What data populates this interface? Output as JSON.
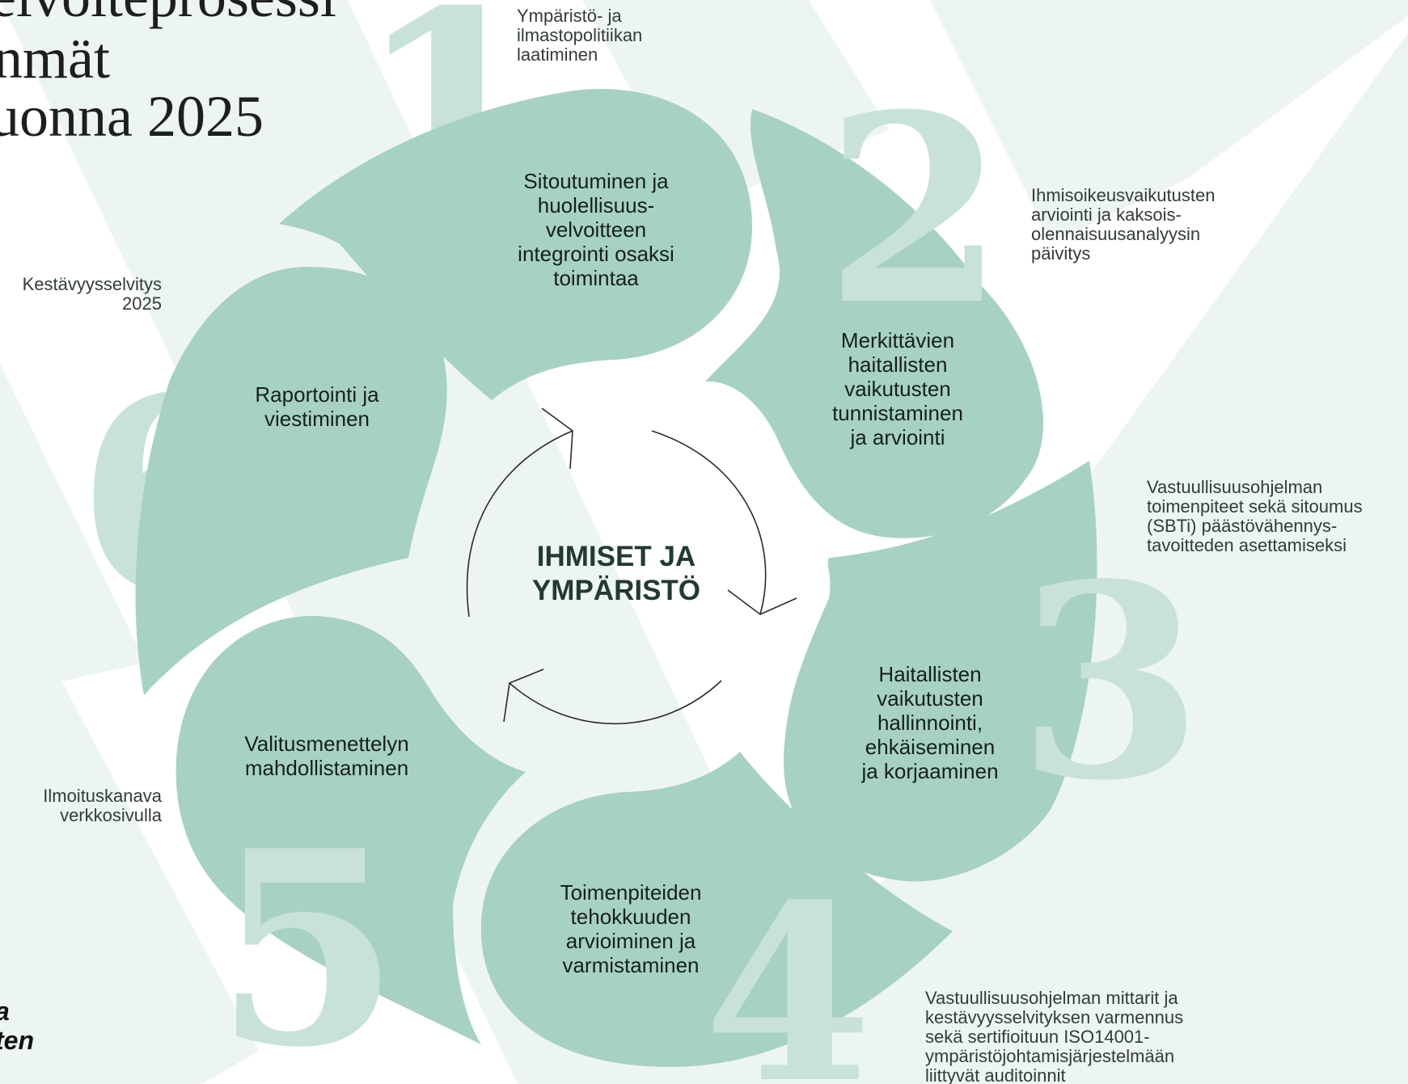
{
  "title_lines": [
    "elvoiteprosessi",
    "nmät",
    "uonna 2025"
  ],
  "center": {
    "line1": "IHMISET JA",
    "line2": "YMPÄRISTÖ"
  },
  "steps": [
    {
      "number": "1",
      "lines": [
        "Sitoutuminen ja",
        "huolellisuus-",
        "velvoitteen",
        "integrointi osaksi",
        "toimintaa"
      ]
    },
    {
      "number": "2",
      "lines": [
        "Merkittävien",
        "haitallisten",
        "vaikutusten",
        "tunnistaminen",
        "ja arviointi"
      ]
    },
    {
      "number": "3",
      "lines": [
        "Haitallisten",
        "vaikutusten",
        "hallinnointi,",
        "ehkäiseminen",
        "ja korjaaminen"
      ]
    },
    {
      "number": "4",
      "lines": [
        "Toimenpiteiden",
        "tehokkuuden",
        "arvioiminen ja",
        "varmistaminen"
      ]
    },
    {
      "number": "5",
      "lines": [
        "Valitusmenettelyn",
        "mahdollistaminen"
      ]
    },
    {
      "number": "6",
      "lines": [
        "Raportointi ja",
        "viestiminen"
      ]
    }
  ],
  "notes": {
    "n1": [
      "Ympäristö- ja",
      "ilmastopolitiikan",
      "laatiminen"
    ],
    "n2": [
      "Ihmisoikeusvaikutusten",
      "arviointi ja kaksois-",
      "olennaisuusanalyysin",
      "päivitys"
    ],
    "n3": [
      "Vastuullisuusohjelman",
      "toimenpiteet sekä sitoumus",
      "(SBTi) päästövähennys-",
      "tavoitteden asettamiseksi"
    ],
    "n4": [
      "Vastuullisuusohjelman mittarit ja",
      "kestävyysselvityksen varmennus",
      "sekä sertifioituun ISO14001-",
      "ympäristöjohtamisjärjestelmään",
      "liittyvät auditoinnit"
    ],
    "n5": [
      "Ilmoituskanava",
      "verkkosivulla"
    ],
    "n6": [
      "Kestävyysselvitys",
      "2025"
    ]
  },
  "bottom_left": [
    "a",
    "ten"
  ],
  "colors": {
    "petal": "#a8d1c5",
    "numeral": "#c8e2db",
    "bg_stripe": "#edf5f2",
    "text": "#15201d"
  }
}
